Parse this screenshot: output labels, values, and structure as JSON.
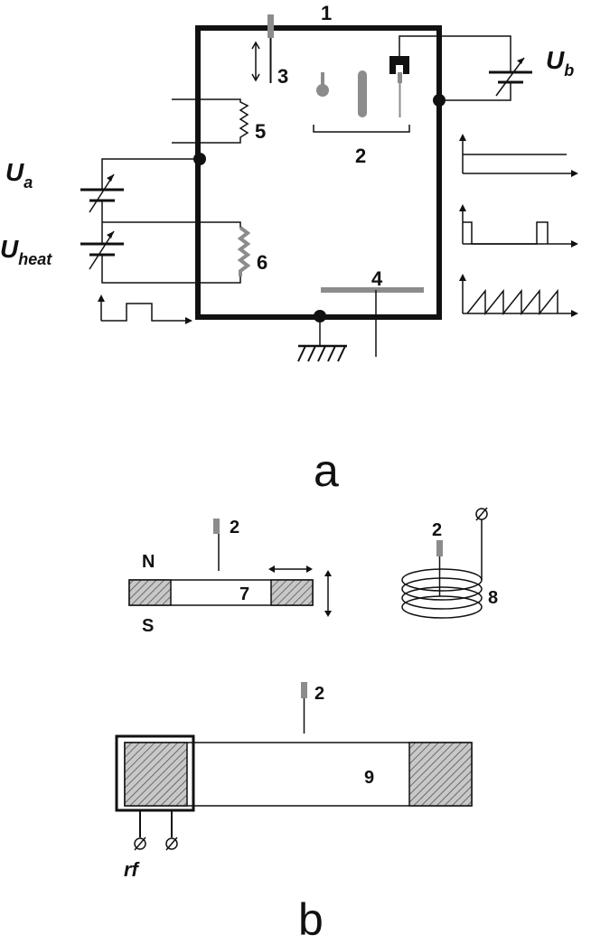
{
  "labels": {
    "chamber": "1",
    "samples": "2",
    "manipulator": "3",
    "collector": "4",
    "filament": "5",
    "heater": "6",
    "magnet": "7",
    "coil": "8",
    "rf_magnet": "9"
  },
  "voltages": {
    "ub_main": "U",
    "ub_sub": "b",
    "ua_main": "U",
    "ua_sub": "a",
    "uheat_main": "U",
    "uheat_sub": "heat"
  },
  "magnet_poles": {
    "north": "N",
    "south": "S"
  },
  "rf_label": "rf",
  "panels": {
    "a": "a",
    "b": "b"
  },
  "colors": {
    "line": "#111111",
    "sample_gray": "#8c8c8c",
    "hatch_fill": "#c8c8c8"
  }
}
